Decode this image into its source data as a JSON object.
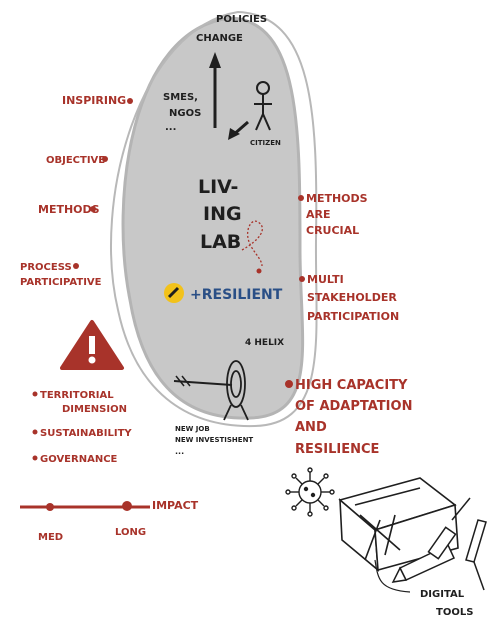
{
  "top": {
    "policies": "POLICIES",
    "change": "CHANGE"
  },
  "center": {
    "smes": "SMES,",
    "ngos": "NGOS",
    "dots": "...",
    "citizen": "CITIZEN",
    "title_line1": "LIV-",
    "title_line2": "ING",
    "title_line3": "LAB",
    "resilient": "+RESILIENT",
    "helix": "4 HELIX",
    "new_job": "NEW JOB",
    "new_investment": "NEW INVESTISHENT",
    "more": "..."
  },
  "left_labels": {
    "inspiring": "INSPIRING",
    "objective": "OBJECTIVE",
    "methods": "METHODS",
    "process": "PROCESS",
    "participative": "PARTICIPATIVE"
  },
  "right_labels": {
    "methods_1": "METHODS",
    "methods_2": "ARE",
    "methods_3": "CRUCIAL",
    "multi_1": "MULTI",
    "multi_2": "STAKEHOLDER",
    "multi_3": "PARTICIPATION",
    "capacity_1": "HIGH CAPACITY",
    "capacity_2": "OF ADAPTATION",
    "capacity_3": "AND",
    "capacity_4": "RESILIENCE"
  },
  "risks": {
    "territorial_1": "TERRITORIAL",
    "territorial_2": "DIMENSION",
    "sustainability": "SUSTAINABILITY",
    "governance": "GOVERNANCE"
  },
  "impact": {
    "label": "IMPACT",
    "med": "MED",
    "long": "LONG"
  },
  "tools": {
    "digital": "DIGITAL",
    "tools": "TOOLS"
  },
  "colors": {
    "red": "#a8332a",
    "grey": "#c8c8c8",
    "blue": "#2a4f86",
    "yellow": "#f2c21b"
  }
}
